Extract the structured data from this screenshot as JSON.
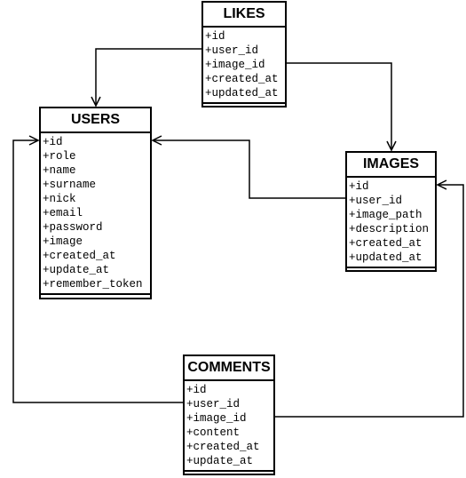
{
  "entities": {
    "likes": {
      "title": "LIKES",
      "attributes": [
        "+id",
        "+user_id",
        "+image_id",
        "+created_at",
        "+updated_at"
      ]
    },
    "users": {
      "title": "USERS",
      "attributes": [
        "+id",
        "+role",
        "+name",
        "+surname",
        "+nick",
        "+email",
        "+password",
        "+image",
        "+created_at",
        "+update_at",
        "+remember_token"
      ]
    },
    "images": {
      "title": "IMAGES",
      "attributes": [
        "+id",
        "+user_id",
        "+image_path",
        "+description",
        "+created_at",
        "+updated_at"
      ]
    },
    "comments": {
      "title": "COMMENTS",
      "attributes": [
        "+id",
        "+user_id",
        "+image_id",
        "+content",
        "+created_at",
        "+update_at"
      ]
    }
  },
  "relations": [
    {
      "from": "likes.user_id",
      "to": "users"
    },
    {
      "from": "likes.image_id",
      "to": "images"
    },
    {
      "from": "images.user_id",
      "to": "users.id"
    },
    {
      "from": "comments.user_id",
      "to": "users.id"
    },
    {
      "from": "comments.image_id",
      "to": "images.id"
    }
  ],
  "colors": {
    "line": "#000000",
    "background": "#ffffff"
  }
}
